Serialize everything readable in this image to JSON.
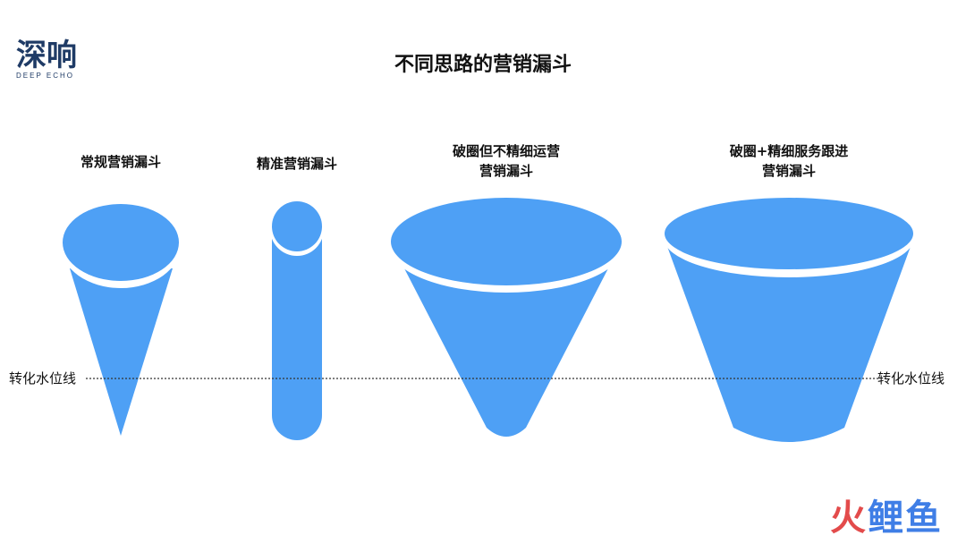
{
  "logo": {
    "main": "深响",
    "sub": "DEEP ECHO"
  },
  "title": "不同思路的营销漏斗",
  "funnels": [
    {
      "title_lines": [
        "常规营销漏斗"
      ]
    },
    {
      "title_lines": [
        "精准营销漏斗"
      ]
    },
    {
      "title_lines": [
        "破圈但不精细运营",
        "营销漏斗"
      ]
    },
    {
      "title_lines": [
        "破圈+精细服务跟进",
        "营销漏斗"
      ]
    }
  ],
  "conversion_line": {
    "label_left": "转化水位线",
    "label_right": "转化水位线"
  },
  "watermark": {
    "part1": "火",
    "part2": "鲤鱼"
  },
  "colors": {
    "funnel_fill": "#4ea0f5",
    "logo": "#1f3b66",
    "line": "#333333"
  }
}
